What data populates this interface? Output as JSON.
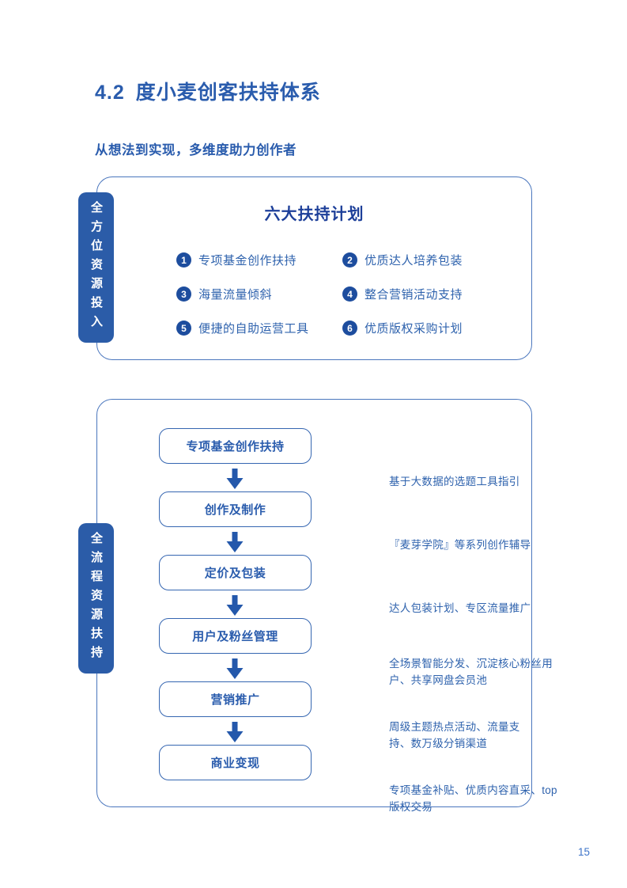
{
  "page": {
    "title_number": "4.2",
    "title_text": "度小麦创客扶持体系",
    "subtitle": "从想法到实现，多维度助力创作者",
    "page_number": "15"
  },
  "colors": {
    "title-blue": "#2a5cad",
    "text-blue": "#2e62ad",
    "dark-navy": "#1d3f99",
    "panel-border": "#4a76bd",
    "flow-border": "#3566b1",
    "tab-bg": "#2b5ca8",
    "badge-bg": "#1d4d9e",
    "arrow": "#2458ab",
    "page-bg": "#ffffff"
  },
  "panel1": {
    "side_label": "全方位资源投入",
    "title": "六大扶持计划",
    "items": [
      {
        "num": "1",
        "label": "专项基金创作扶持"
      },
      {
        "num": "2",
        "label": "优质达人培养包装"
      },
      {
        "num": "3",
        "label": "海量流量倾斜"
      },
      {
        "num": "4",
        "label": "整合营销活动支持"
      },
      {
        "num": "5",
        "label": "便捷的自助运营工具"
      },
      {
        "num": "6",
        "label": "优质版权采购计划"
      }
    ]
  },
  "panel2": {
    "side_label": "全流程资源扶持",
    "steps": [
      {
        "label": "专项基金创作扶持",
        "desc": "基于大数据的选题工具指引"
      },
      {
        "label": "创作及制作",
        "desc": "『麦芽学院』等系列创作辅导"
      },
      {
        "label": "定价及包装",
        "desc": "达人包装计划、专区流量推广"
      },
      {
        "label": "用户及粉丝管理",
        "desc": "全场景智能分发、沉淀核心粉丝用\n户、共享网盘会员池"
      },
      {
        "label": "营销推广",
        "desc": "周级主题热点活动、流量支\n持、数万级分销渠道"
      },
      {
        "label": "商业变现",
        "desc": "专项基金补贴、优质内容直采、top\n版权交易"
      }
    ]
  }
}
